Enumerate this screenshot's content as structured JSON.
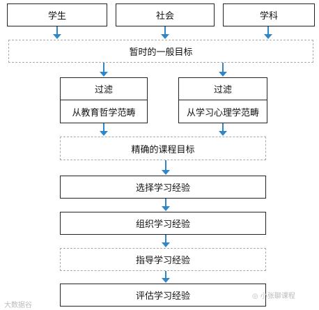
{
  "sources": [
    "学生",
    "社会",
    "学科"
  ],
  "temporary_goals": "暂时的一般目标",
  "filters": [
    {
      "label": "过滤",
      "domain": "从教育哲学范畴"
    },
    {
      "label": "过滤",
      "domain": "从学习心理学范畴"
    }
  ],
  "precise_goals": "精确的课程目标",
  "steps": [
    "选择学习经验",
    "组织学习经验",
    "指导学习经验",
    "评估学习经验"
  ],
  "watermark_left": "大数据谷",
  "watermark_right": "小张聊课程",
  "arrow_color": "#2f86c8"
}
